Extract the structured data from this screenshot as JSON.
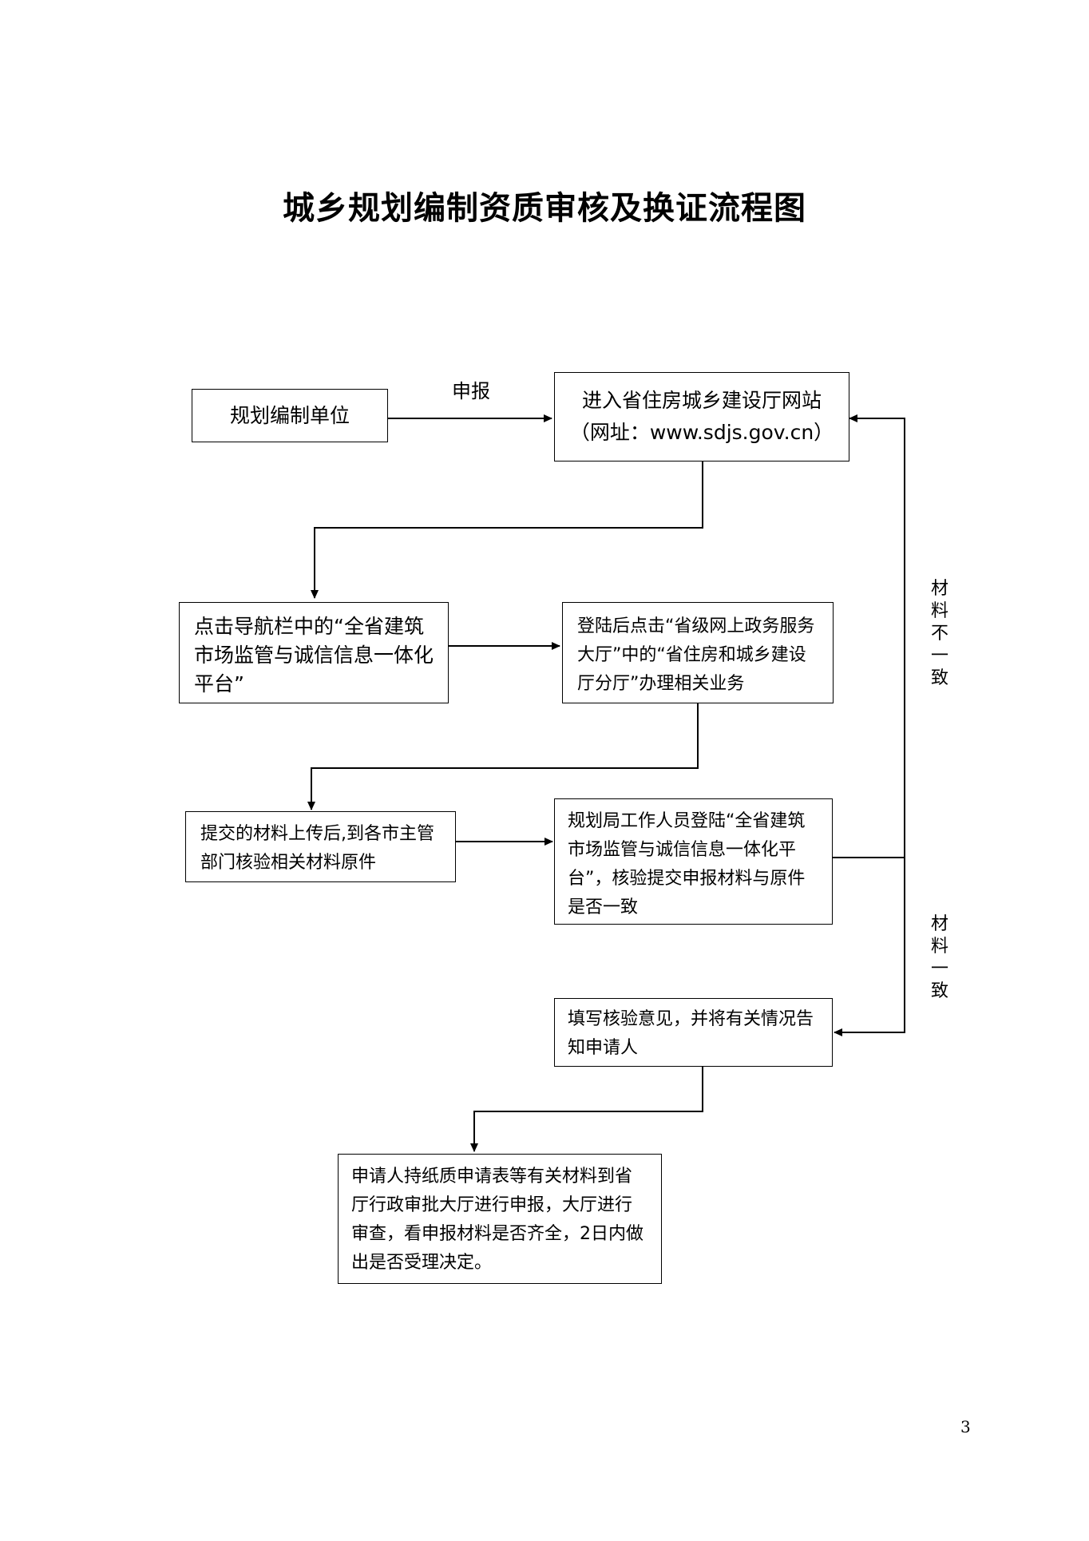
{
  "title": "城乡规划编制资质审核及换证流程图",
  "nodes": {
    "planning_unit": "规划编制单位",
    "enter_site": "进入省住房城乡建设厅网站\n（网址：www.sdjs.gov.cn）",
    "click_nav": "点击导航栏中的“全省建筑市场监管与诚信信息一体化平台”",
    "login_hall": "登陆后点击“省级网上政务服务大厅”中的“省住房和城乡建设厅分厅”办理相关业务",
    "submit_materials": "提交的材料上传后,到各市主管部门核验相关材料原件",
    "bureau_verify": "规划局工作人员登陆“全省建筑市场监管与诚信信息一体化平台”，核验提交申报材料与原件是否一致",
    "fill_opinion": "填写核验意见，并将有关情况告知申请人",
    "applicant_paper": "申请人持纸质申请表等有关材料到省厅行政审批大厅进行申报，大厅进行审查，看申报材料是否齐全，2日内做出是否受理决定。"
  },
  "edges": {
    "report": "申报",
    "inconsistent": "材\n料\n不\n一\n致",
    "consistent": "材\n料\n一\n致"
  },
  "page_number": "3"
}
